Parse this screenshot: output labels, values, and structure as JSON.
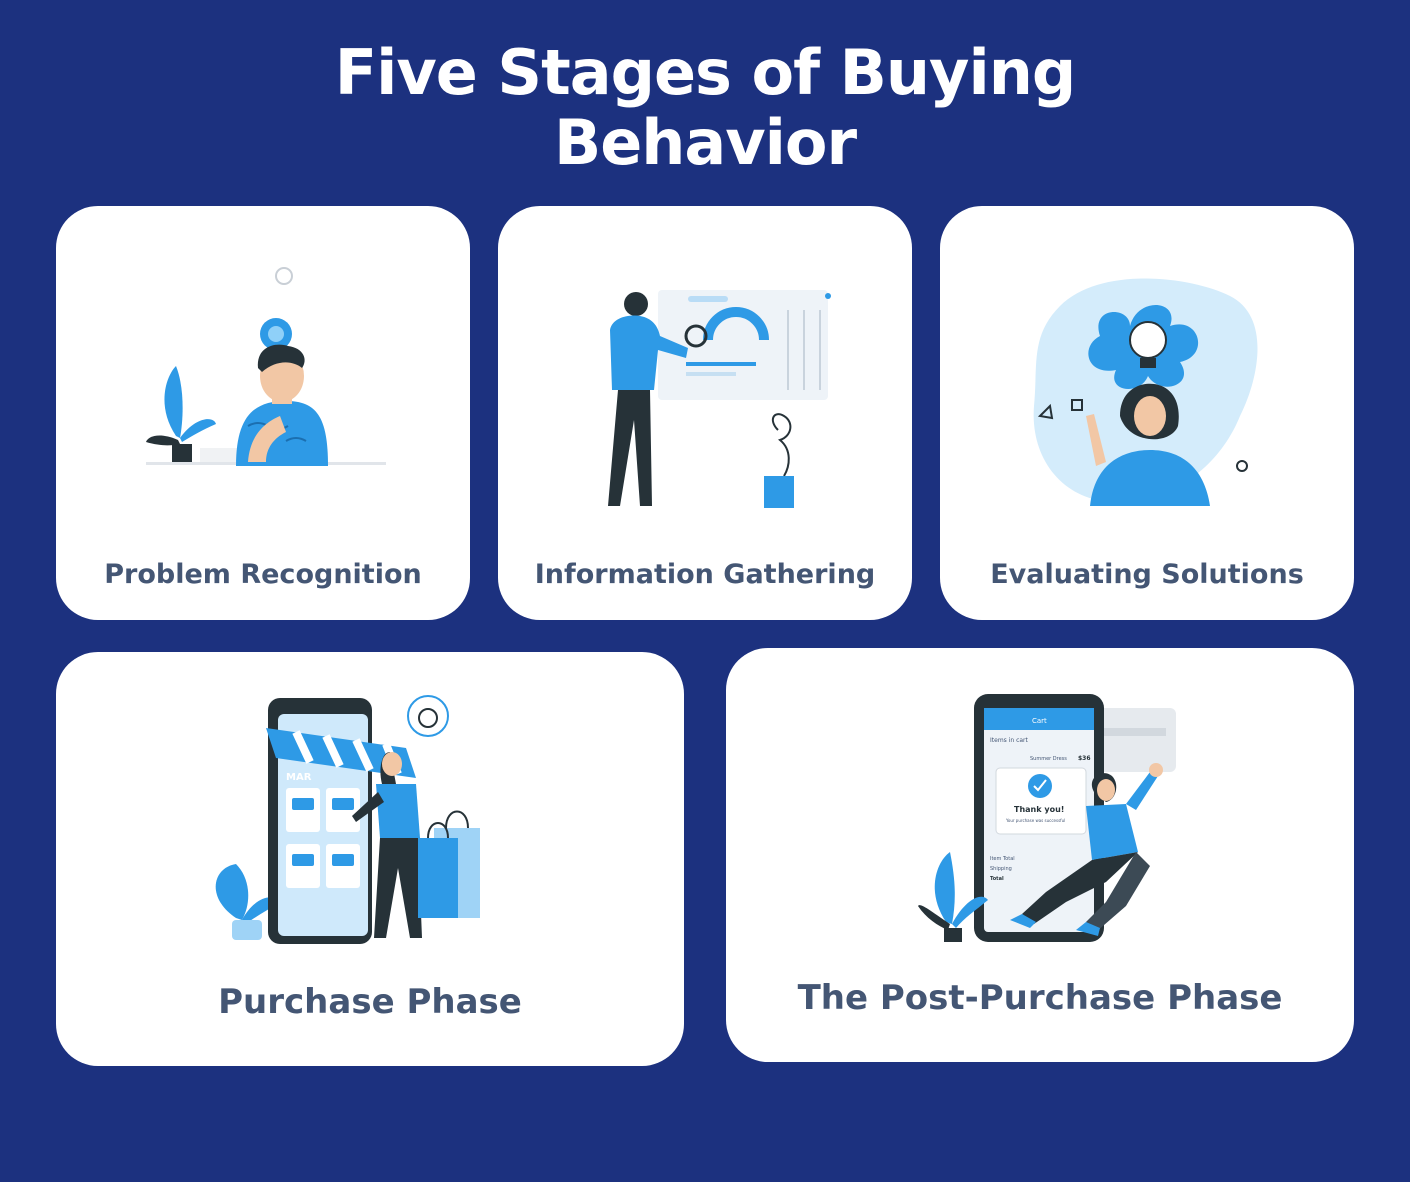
{
  "title": {
    "line1": "Five Stages of Buying",
    "line2": "Behavior"
  },
  "stages": [
    {
      "label": "Problem Recognition",
      "icon": "thinking-man-lightbulb-icon"
    },
    {
      "label": "Information Gathering",
      "icon": "man-analyzing-dashboard-icon"
    },
    {
      "label": "Evaluating Solutions",
      "icon": "woman-idea-splash-icon"
    },
    {
      "label": "Purchase Phase",
      "icon": "woman-shopping-phone-store-icon",
      "sign": "MAR"
    },
    {
      "label": "The Post-Purchase Phase",
      "icon": "woman-phone-thank-you-icon",
      "phone": {
        "header": "Cart",
        "item_in_cart": "Items in cart",
        "item": "Summer Dress",
        "price": "$36",
        "thanks": "Thank you!",
        "thanks_sub": "Your purchase was successful",
        "row1": "Item Total",
        "row2": "Shipping",
        "row3": "Total"
      }
    }
  ],
  "colors": {
    "background": "#1c317f",
    "card": "#ffffff",
    "label": "#445674",
    "accent": "#2e9ae6",
    "dark": "#263238"
  }
}
